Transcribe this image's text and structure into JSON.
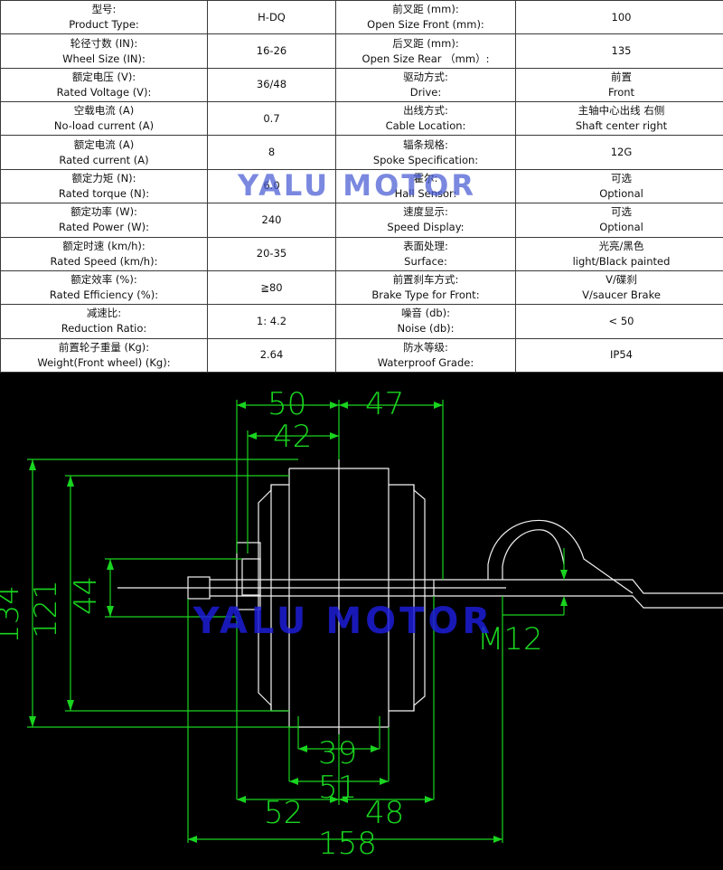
{
  "specs": [
    {
      "zh": "型号:",
      "en": "Product Type:",
      "value": "H-DQ",
      "zh2": "前叉距 (mm):",
      "en2": "Open Size Front (mm):",
      "value2": "100",
      "value2_en": ""
    },
    {
      "zh": "轮径寸数 (IN):",
      "en": "Wheel Size (IN):",
      "value": "16-26",
      "zh2": "后叉距 (mm):",
      "en2": "Open Size Rear （mm）:",
      "value2": "135",
      "value2_en": ""
    },
    {
      "zh": "额定电压 (V):",
      "en": "Rated Voltage (V):",
      "value": "36/48",
      "zh2": "驱动方式:",
      "en2": "Drive:",
      "value2": "前置",
      "value2_en": "Front"
    },
    {
      "zh": "空载电流 (A)",
      "en": "No-load current (A)",
      "value": "0.7",
      "zh2": "出线方式:",
      "en2": "Cable Location:",
      "value2": "主轴中心出线 右侧",
      "value2_en": "Shaft center right"
    },
    {
      "zh": "额定电流 (A)",
      "en": "Rated current (A)",
      "value": "8",
      "zh2": "辐条规格:",
      "en2": "Spoke Specification:",
      "value2": "12G",
      "value2_en": ""
    },
    {
      "zh": "额定力矩 (N):",
      "en": "Rated torque (N):",
      "value": "6.0",
      "zh2": "霍尔:",
      "en2": "Hall Sensor:",
      "value2": "可选",
      "value2_en": "Optional"
    },
    {
      "zh": "额定功率 (W):",
      "en": "Rated Power (W):",
      "value": "240",
      "zh2": "速度显示:",
      "en2": "Speed Display:",
      "value2": "可选",
      "value2_en": "Optional"
    },
    {
      "zh": "额定时速 (km/h):",
      "en": "Rated Speed (km/h):",
      "value": "20-35",
      "zh2": "表面处理:",
      "en2": "Surface:",
      "value2": "光亮/黑色",
      "value2_en": "light/Black painted"
    },
    {
      "zh": "额定效率 (%):",
      "en": "Rated Efficiency (%):",
      "value": "≧80",
      "zh2": "前置刹车方式:",
      "en2": "Brake Type for Front:",
      "value2": "V/碟刹",
      "value2_en": "V/saucer Brake"
    },
    {
      "zh": "减速比:",
      "en": "Reduction Ratio:",
      "value": "1: 4.2",
      "zh2": "噪音 (db):",
      "en2": "Noise (db):",
      "value2": "< 50",
      "value2_en": ""
    },
    {
      "zh": "前置轮子重量 (Kg):",
      "en": "Weight(Front wheel) (Kg):",
      "value": "2.64",
      "zh2": "防水等级:",
      "en2": "Waterproof Grade:",
      "value2": "IP54",
      "value2_en": ""
    }
  ],
  "watermark": "YALU  MOTOR",
  "dimensions": {
    "d50": "50",
    "d47": "47",
    "d42": "42",
    "d134": "134",
    "d121": "121",
    "d44": "44",
    "m12": "M12",
    "d39": "39",
    "d51": "51",
    "d52": "52",
    "d48": "48",
    "d158": "158"
  },
  "colors": {
    "dim": "#19d41f",
    "drawing_line": "#ffffff",
    "watermark_top": "#465ad2",
    "watermark_bottom": "#1d1dd6"
  }
}
